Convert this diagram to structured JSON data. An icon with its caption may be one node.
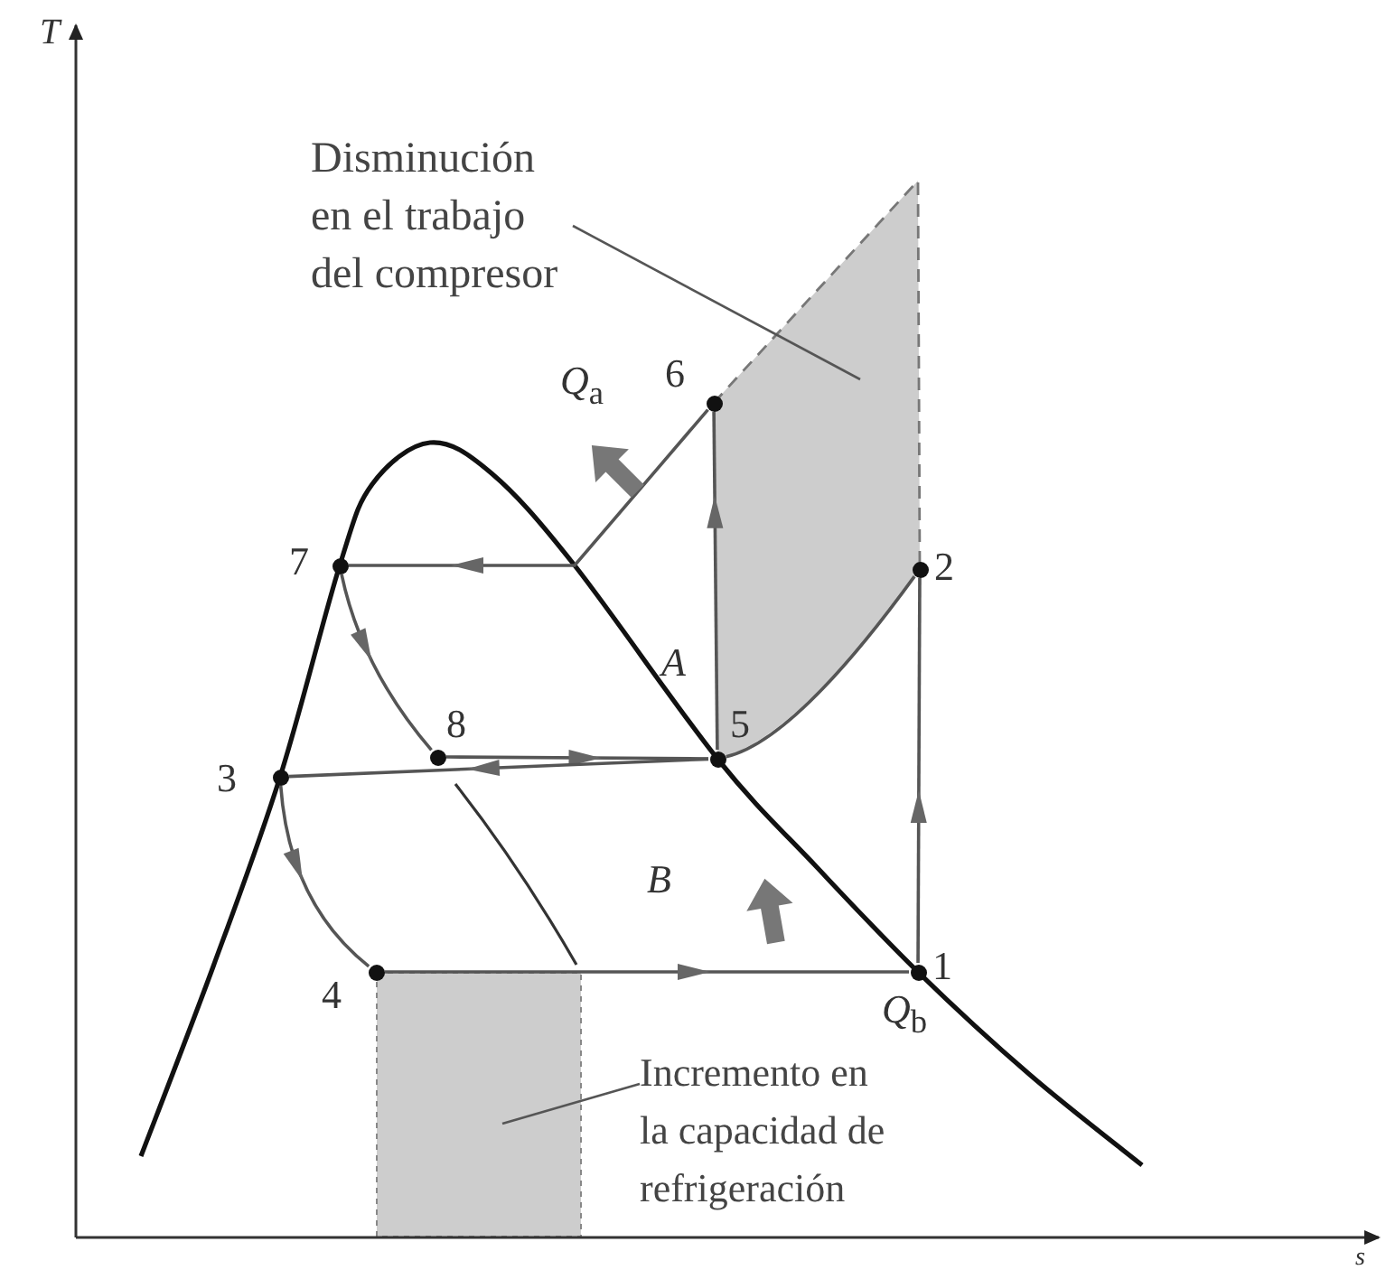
{
  "diagram": {
    "nodes": [
      {
        "text": [
          "Disminución en el trabajo del compresor"
        ]
      },
      {
        "text": [],
        "shape": "polygon"
      },
      {
        "text": [
          "Incremento en la capacidad de refrigeración"
        ]
      },
      {
        "text": [],
        "shape": "box"
      },
      {
        "text": [],
        "shape": "circle",
        "beside": [
          "1"
        ]
      },
      {
        "text": [],
        "shape": "circle",
        "beside": [
          "2"
        ]
      },
      {
        "text": [],
        "shape": "circle",
        "beside": [
          "3"
        ]
      },
      {
        "text": [],
        "shape": "circle",
        "beside": [
          "4"
        ]
      },
      {
        "text": [],
        "shape": "circle",
        "beside": [
          "5"
        ]
      },
      {
        "text": [],
        "shape": "circle",
        "beside": [
          "6"
        ]
      },
      {
        "text": [],
        "shape": "circle",
        "beside": [
          "7"
        ]
      },
      {
        "text": [],
        "shape": "circle",
        "beside": [
          "8"
        ]
      }
    ],
    "edges": [
      {
        "from": 0,
        "to": 1,
        "arrow": "none"
      },
      {
        "from": 2,
        "to": 3,
        "arrow": "none"
      },
      {
        "from": 4,
        "to": 5,
        "arrow": "to"
      },
      {
        "from": 5,
        "to": 8,
        "arrow": "none"
      },
      {
        "from": 8,
        "to": 9,
        "arrow": "to"
      },
      {
        "from": 9,
        "to": 10,
        "arrow": "to"
      },
      {
        "from": 10,
        "to": 11,
        "arrow": "to"
      },
      {
        "from": 11,
        "to": 8,
        "arrow": "to"
      },
      {
        "from": 8,
        "to": 6,
        "arrow": "to"
      },
      {
        "from": 6,
        "to": 7,
        "arrow": "to"
      },
      {
        "from": 7,
        "to": 4,
        "arrow": "to"
      }
    ],
    "labels": [
      "T",
      "*Q*$_{a}$",
      "A",
      "B",
      "*Q*$_{b}$",
      "s"
    ]
  }
}
